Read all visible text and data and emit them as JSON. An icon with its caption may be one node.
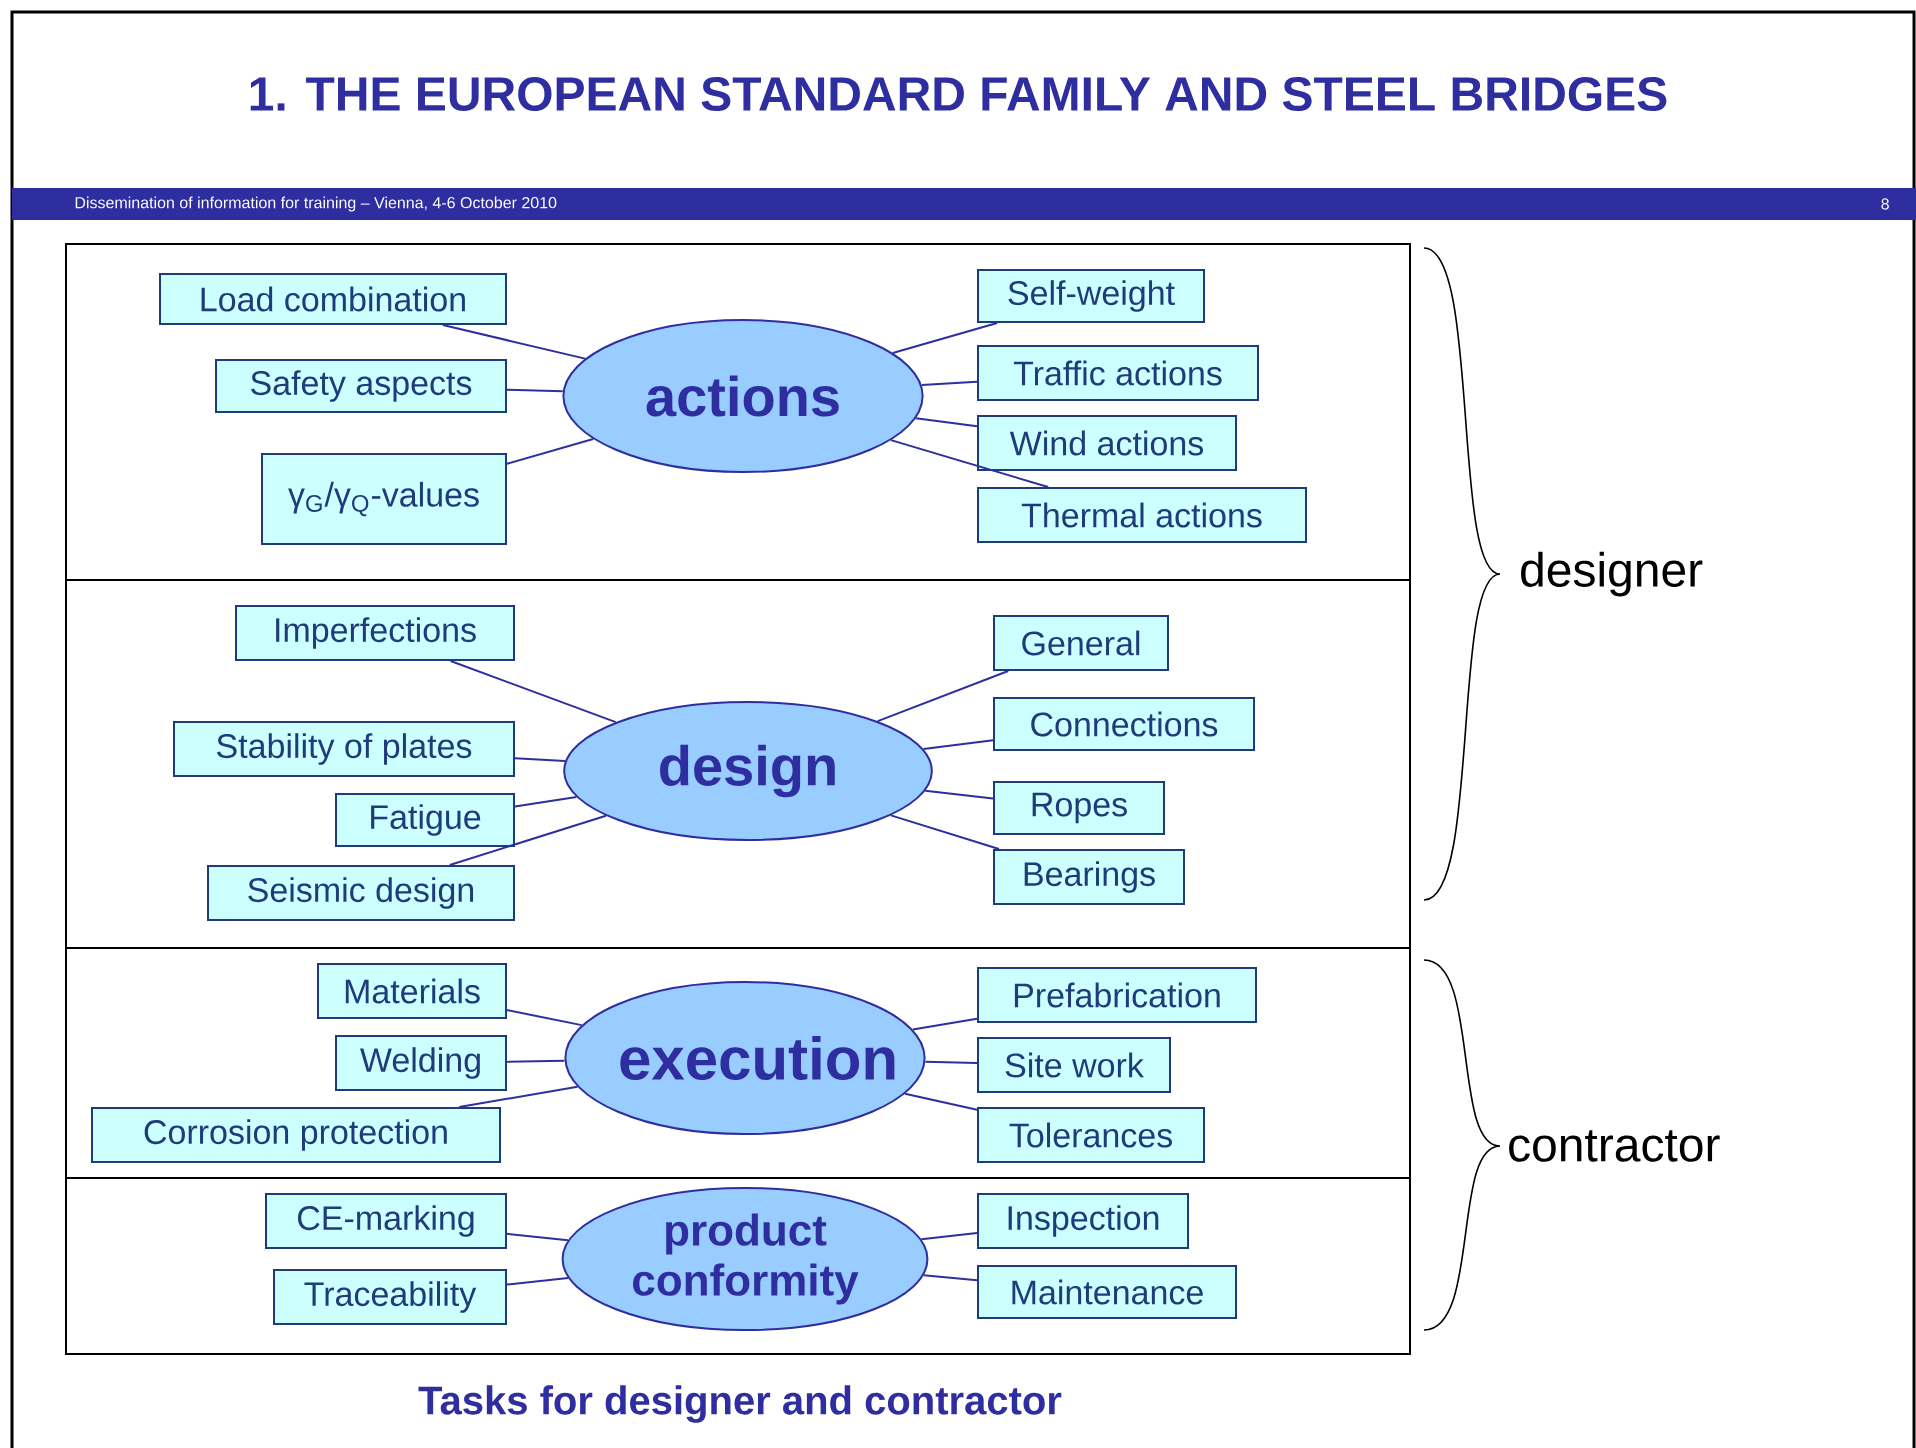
{
  "diagram": {
    "title": "1. THE EUROPEAN STANDARD FAMILY AND STEEL BRIDGES",
    "caption": "Tasks for designer and contractor",
    "nodes": [
      {
        "text": [
          "actions"
        ]
      },
      {
        "text": [
          "Load combination"
        ]
      },
      {
        "text": [
          "Safety aspects"
        ]
      },
      {
        "text": [
          "γ$_{G}$/γ$_{Q}$-values"
        ]
      },
      {
        "text": [
          "Self-weight"
        ]
      },
      {
        "text": [
          "Traffic actions"
        ]
      },
      {
        "text": [
          "Wind actions"
        ]
      },
      {
        "text": [
          "Thermal actions"
        ]
      },
      {
        "text": [
          "design"
        ]
      },
      {
        "text": [
          "Imperfections"
        ]
      },
      {
        "text": [
          "Stability of plates"
        ]
      },
      {
        "text": [
          "Fatigue"
        ]
      },
      {
        "text": [
          "Seismic design"
        ]
      },
      {
        "text": [
          "General"
        ]
      },
      {
        "text": [
          "Connections"
        ]
      },
      {
        "text": [
          "Ropes"
        ]
      },
      {
        "text": [
          "Bearings"
        ]
      },
      {
        "text": [
          "execution"
        ]
      },
      {
        "text": [
          "Materials"
        ]
      },
      {
        "text": [
          "Welding"
        ]
      },
      {
        "text": [
          "Corrosion protection"
        ]
      },
      {
        "text": [
          "Prefabrication"
        ]
      },
      {
        "text": [
          "Site work"
        ]
      },
      {
        "text": [
          "Tolerances"
        ]
      },
      {
        "text": [
          "product conformity"
        ]
      },
      {
        "text": [
          "CE-marking"
        ]
      },
      {
        "text": [
          "Traceability"
        ]
      },
      {
        "text": [
          "Inspection"
        ]
      },
      {
        "text": [
          "Maintenance"
        ]
      }
    ],
    "edges": [
      {
        "from": 0,
        "to": 1,
        "arrow": "none"
      },
      {
        "from": 0,
        "to": 2,
        "arrow": "none"
      },
      {
        "from": 0,
        "to": 3,
        "arrow": "none"
      },
      {
        "from": 0,
        "to": 4,
        "arrow": "none"
      },
      {
        "from": 0,
        "to": 5,
        "arrow": "none"
      },
      {
        "from": 0,
        "to": 6,
        "arrow": "none"
      },
      {
        "from": 0,
        "to": 7,
        "arrow": "none"
      },
      {
        "from": 8,
        "to": 9,
        "arrow": "none"
      },
      {
        "from": 8,
        "to": 10,
        "arrow": "none"
      },
      {
        "from": 8,
        "to": 11,
        "arrow": "none"
      },
      {
        "from": 8,
        "to": 12,
        "arrow": "none"
      },
      {
        "from": 8,
        "to": 13,
        "arrow": "none"
      },
      {
        "from": 8,
        "to": 14,
        "arrow": "none"
      },
      {
        "from": 8,
        "to": 15,
        "arrow": "none"
      },
      {
        "from": 8,
        "to": 16,
        "arrow": "none"
      },
      {
        "from": 17,
        "to": 18,
        "arrow": "none"
      },
      {
        "from": 17,
        "to": 19,
        "arrow": "none"
      },
      {
        "from": 17,
        "to": 20,
        "arrow": "none"
      },
      {
        "from": 17,
        "to": 21,
        "arrow": "none"
      },
      {
        "from": 17,
        "to": 22,
        "arrow": "none"
      },
      {
        "from": 17,
        "to": 23,
        "arrow": "none"
      },
      {
        "from": 24,
        "to": 25,
        "arrow": "none"
      },
      {
        "from": 24,
        "to": 26,
        "arrow": "none"
      },
      {
        "from": 24,
        "to": 27,
        "arrow": "none"
      },
      {
        "from": 24,
        "to": 28,
        "arrow": "none"
      }
    ],
    "labels": [
      "Dissemination of information for training – Vienna, 4-6 October 2010",
      "8",
      "designer",
      "contractor"
    ]
  }
}
